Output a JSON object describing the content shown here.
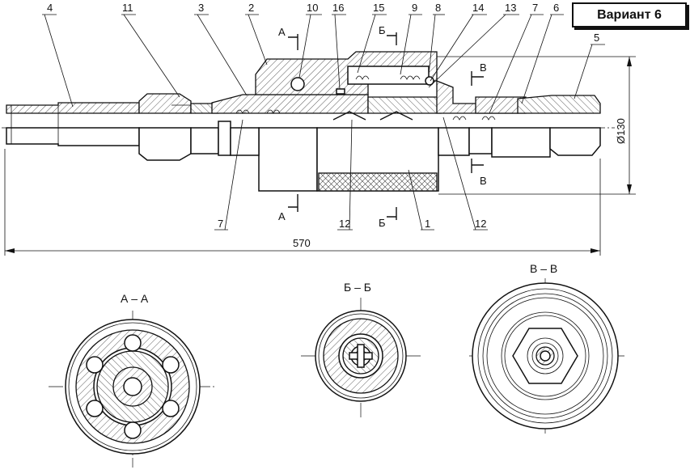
{
  "badge": "Вариант 6",
  "callouts": {
    "c1": "1",
    "c2": "2",
    "c3": "3",
    "c4": "4",
    "c5": "5",
    "c6": "6",
    "c7a": "7",
    "c7b": "7",
    "c8": "8",
    "c9": "9",
    "c10": "10",
    "c11": "11",
    "c12a": "12",
    "c12b": "12",
    "c13": "13",
    "c14": "14",
    "c15": "15",
    "c16": "16"
  },
  "section_marks": {
    "a_top": "А",
    "a_bottom": "А",
    "b_top": "Б",
    "b_bottom": "Б",
    "v_top": "В",
    "v_bottom": "В"
  },
  "dimensions": {
    "length": "570",
    "diameter": "Ø130"
  },
  "section_titles": {
    "aa": "А – А",
    "bb": "Б – Б",
    "vv": "В – В"
  }
}
